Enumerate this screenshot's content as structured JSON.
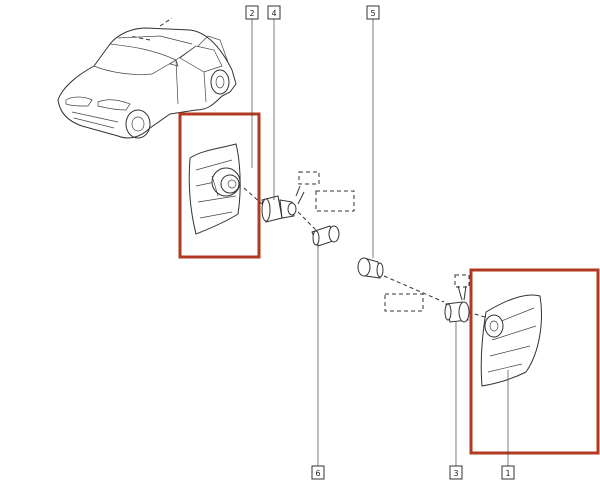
{
  "callouts": [
    {
      "id": "c2",
      "label": "2"
    },
    {
      "id": "c4",
      "label": "4"
    },
    {
      "id": "c5",
      "label": "5"
    },
    {
      "id": "c6",
      "label": "6"
    },
    {
      "id": "c3",
      "label": "3"
    },
    {
      "id": "c1",
      "label": "1"
    }
  ],
  "colors": {
    "highlight": "#b23a20",
    "line": "#333333",
    "background": "#ffffff"
  }
}
